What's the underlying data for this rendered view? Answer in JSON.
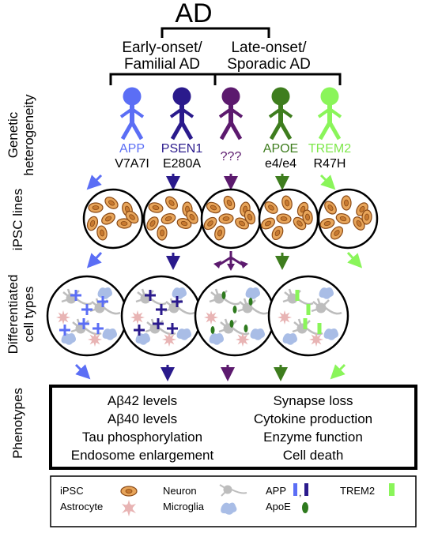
{
  "title": "AD",
  "groups": [
    {
      "label_line1": "Early-onset/",
      "label_line2": "Familial AD"
    },
    {
      "label_line1": "Late-onset/",
      "label_line2": "Sporadic AD"
    }
  ],
  "row_labels": {
    "genetic_line1": "Genetic",
    "genetic_line2": "heterogeneity",
    "ipsc": "iPSC lines",
    "diff_line1": "Differentiated",
    "diff_line2": "cell types",
    "phenotypes": "Phenotypes"
  },
  "patients": [
    {
      "gene": "APP",
      "variant": "V7A7I",
      "color": "#5b6ef5"
    },
    {
      "gene": "PSEN1",
      "variant": "E280A",
      "color": "#2a1a8c"
    },
    {
      "gene": "???",
      "variant": "",
      "color": "#5c1a6e"
    },
    {
      "gene": "APOE",
      "variant": "e4/e4",
      "color": "#3e7d1e"
    },
    {
      "gene": "TREM2",
      "variant": "R47H",
      "color": "#8af55a"
    }
  ],
  "phenotypes": {
    "left": [
      "Aβ42 levels",
      "Aβ40 levels",
      "Tau phosphorylation",
      "Endosome enlargement"
    ],
    "right": [
      "Synapse loss",
      "Cytokine production",
      "Enzyme function",
      "Cell death"
    ]
  },
  "legend": {
    "ipsc": "iPSC",
    "astrocyte": "Astrocyte",
    "neuron": "Neuron",
    "microglia": "Microglia",
    "app": "APP",
    "apoe": "ApoE",
    "trem2": "TREM2"
  },
  "colors": {
    "ipsc_fill": "#e8a55a",
    "ipsc_stroke": "#8a4a16",
    "astrocyte": "#e8b4b4",
    "microglia": "#a9bde6",
    "neuron": "#bdbdbd",
    "apoe": "#2e7a1e",
    "trem2": "#8af55a",
    "app_light": "#5b6ef5",
    "app_dark": "#2a1a8c"
  }
}
